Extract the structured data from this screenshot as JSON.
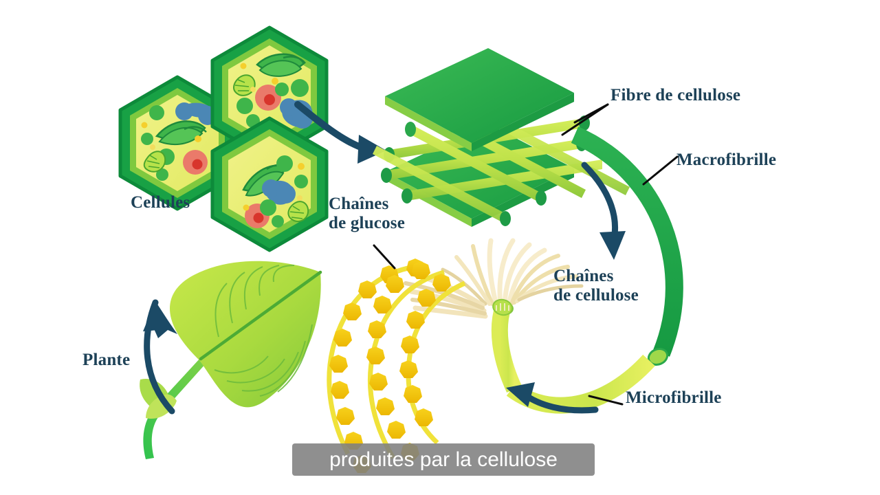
{
  "figure": {
    "subject": "cellulose-structure-diagram",
    "background_color": "#ffffff",
    "label_color": "#1d4157"
  },
  "labels": {
    "cellules": "Cellules",
    "plante": "Plante",
    "chaines_de_glucose": "Chaînes\nde glucose",
    "fibre_de_cellulose": "Fibre de cellulose",
    "macrofibrille": "Macrofibrille",
    "chaines_de_cellulose": "Chaînes\nde cellulose",
    "microfibrille": "Microfibrille"
  },
  "caption": {
    "text": "produites par la cellulose",
    "background_color": "#808080",
    "text_color": "#ffffff"
  },
  "palette": {
    "navy": "#1d4157",
    "arrow_navy": "#1b4a66",
    "cell_wall_dark_green": "#22a04a",
    "cell_wall_outline": "#0f8a3d",
    "cell_inner_green": "#8fd24a",
    "cytoplasm_yellow": "#e9ee72",
    "chloroplast_green": "#3fb54a",
    "chloroplast_dark": "#1e8a3c",
    "vacuole_blue": "#4b87b5",
    "nucleus_red": "#ea7a6a",
    "nucleolus_red": "#d8352c",
    "mitochondria_green": "#9ed93f",
    "plate_green": "#2bab4a",
    "plate_edge_green": "#8ad04a",
    "rod_yellow_green": "#b9df3f",
    "rod_cap_green": "#1e9b46",
    "macrofibril_green": "#22a04a",
    "microfibril_yellow": "#d9e84f",
    "glucose_yellow": "#f3c40c",
    "glucose_link": "#f0e23a",
    "strand_cream": "#f6e9c2",
    "leaf_light": "#b9e03c",
    "leaf_mid": "#8fce3a",
    "leaf_vein": "#4cab35",
    "stem_green": "#3fc04a"
  },
  "nodes": [
    {
      "id": "plante",
      "label": "Plante",
      "order": 1
    },
    {
      "id": "cellules",
      "label": "Cellules",
      "order": 2
    },
    {
      "id": "fibre",
      "label": "Fibre de cellulose",
      "order": 3
    },
    {
      "id": "macrofibrille",
      "label": "Macrofibrille",
      "order": 4
    },
    {
      "id": "microfibrille",
      "label": "Microfibrille",
      "order": 5
    },
    {
      "id": "chaines_cellulose",
      "label": "Chaînes de cellulose",
      "order": 6
    },
    {
      "id": "chaines_glucose",
      "label": "Chaînes de glucose",
      "order": 7
    }
  ],
  "arrows": [
    {
      "id": "leaf-to-cells",
      "from": "plante",
      "to": "cellules",
      "color": "#1b4a66"
    },
    {
      "id": "cells-to-fiber",
      "from": "cellules",
      "to": "fibre",
      "color": "#1b4a66"
    },
    {
      "id": "fiber-to-chains",
      "from": "fibre",
      "to": "chaines_cellulose",
      "color": "#1b4a66"
    },
    {
      "id": "fibril-to-glucose",
      "from": "microfibrille",
      "to": "chaines_glucose",
      "color": "#1b4a66"
    }
  ]
}
